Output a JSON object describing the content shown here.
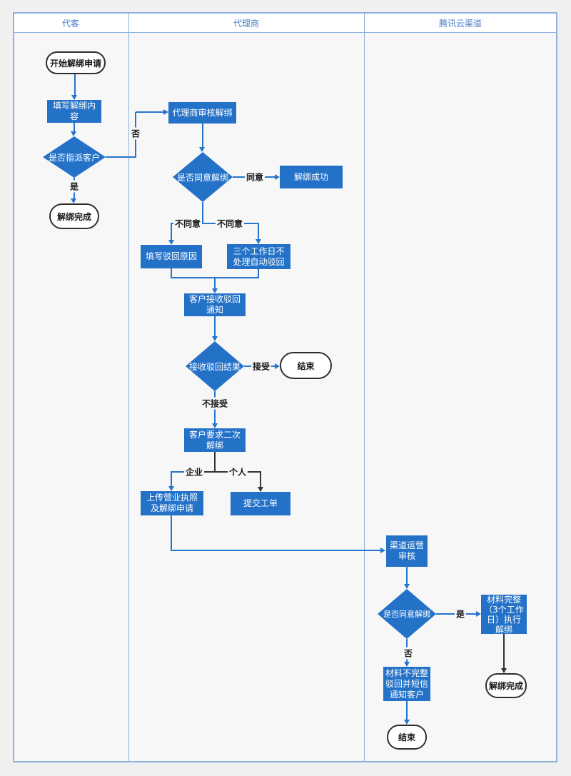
{
  "colors": {
    "shape_blue": "#2472c8",
    "connector_blue": "#2575cd",
    "connector_black": "#333333",
    "frame_border": "#8db2e0",
    "lane_title_text": "#4a7ec9",
    "lane_bg": "#f7f7f8",
    "page_bg": "#f0f0f1"
  },
  "lanes": [
    {
      "title": "代客"
    },
    {
      "title": "代理商"
    },
    {
      "title": "腾讯云渠道"
    }
  ],
  "nodes": {
    "start": "开始解绑申请",
    "fill_unbind": "填写解绑内容",
    "assign_decision": "是否指派客户",
    "unbind_done_agent": "解绑完成",
    "agent_review": "代理商审核解绑",
    "agent_agree_decision": "是否同意解绑",
    "unbind_success": "解绑成功",
    "fill_reject_reason": "填写驳回原因",
    "auto_reject": "三个工作日不处理自动驳回",
    "receive_reject_notice": "客户接收驳回通知",
    "reject_result_decision": "接收驳回结果",
    "end_accept": "结束",
    "second_unbind_request": "客户要求二次解绑",
    "upload_license": "上传营业执照及解绑申请",
    "submit_ticket": "提交工单",
    "channel_review": "渠道运营审核",
    "channel_agree_decision": "是否同意解绑",
    "material_complete": "材料完整（3个工作日）执行解绑",
    "material_incomplete": "材料不完整驳回并短信通知客户",
    "unbind_done_channel": "解绑完成",
    "end_channel": "结束"
  },
  "edge_labels": {
    "no": "否",
    "yes": "是",
    "agree": "同意",
    "disagree": "不同意",
    "accept": "接受",
    "not_accept": "不接受",
    "enterprise": "企业",
    "personal": "个人"
  }
}
